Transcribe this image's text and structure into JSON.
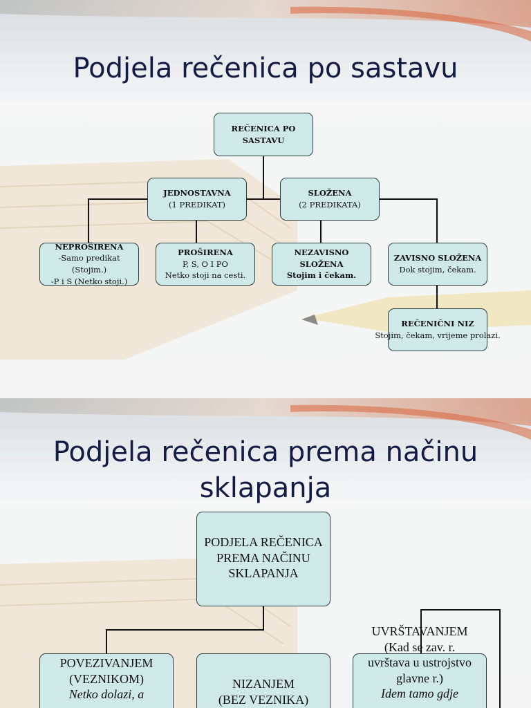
{
  "slide1": {
    "title": "Podjela rečenica po sastavu",
    "root": "REČENICA PO SASTAVU",
    "jednostavna": {
      "title": "JEDNOSTAVNA",
      "sub": "(1 PREDIKAT)"
    },
    "slozena": {
      "title": "SLOŽENA",
      "sub": "(2 PREDIKATA)"
    },
    "neprosirena": {
      "title": "NEPROŠIRENA",
      "line1": "-Samo predikat (Stojim.)",
      "line2": "-P i S (Netko stoji.)"
    },
    "prosirena": {
      "title": "PROŠIRENA",
      "line1": "P, S, O I PO",
      "line2": "Netko stoji na cesti."
    },
    "nezavisno": {
      "title": "NEZAVISNO SLOŽENA",
      "line1": "Stojim i čekam."
    },
    "zavisno": {
      "title": "ZAVISNO SLOŽENA",
      "line1": "Dok stojim, čekam."
    },
    "niz": {
      "title": "REČENIČNI NIZ",
      "line1": "Stojim, čekam, vrijeme prolazi."
    }
  },
  "slide2": {
    "title_line1": "Podjela rečenica prema načinu",
    "title_line2": "sklapanja",
    "root": {
      "l1": "PODJELA REČENICA",
      "l2": "PREMA NAČINU",
      "l3": "SKLAPANJA"
    },
    "povez": {
      "l1": "POVEZIVANJEM",
      "l2": "(VEZNIKOM)",
      "l3": "Netko dolazi, a"
    },
    "nizanje": {
      "l1": "NIZANJEM",
      "l2": "(BEZ VEZNIKA)"
    },
    "uvrst": {
      "l1": "UVRŠTAVANJEM",
      "l2": "(Kad se zav. r.",
      "l3": "uvrštava u ustrojstvo",
      "l4": "glavne r.)",
      "l5": "Idem tamo gdje"
    }
  },
  "colors": {
    "box_fill": "#cfe8e8",
    "title": "#141c46"
  }
}
